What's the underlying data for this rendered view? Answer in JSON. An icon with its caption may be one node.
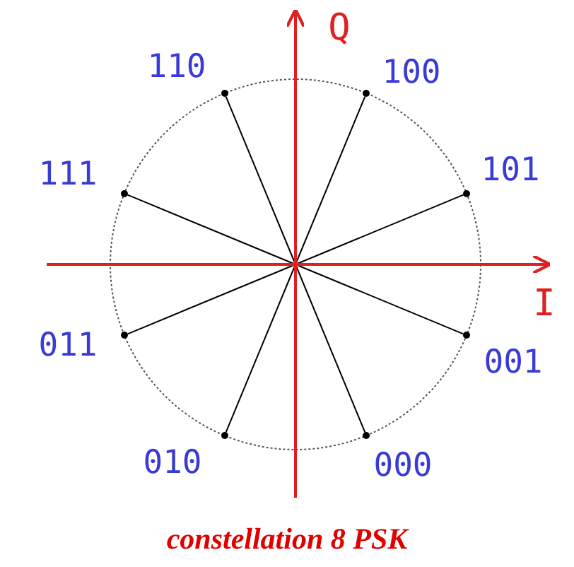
{
  "diagram": {
    "caption": "constellation 8 PSK",
    "nodes": [
      {
        "text": [],
        "shape": "circle",
        "beside": [
          "110"
        ]
      },
      {
        "text": [],
        "shape": "circle",
        "beside": [
          "100"
        ]
      },
      {
        "text": [],
        "shape": "circle",
        "beside": [
          "111"
        ]
      },
      {
        "text": [],
        "shape": "circle",
        "beside": [
          "101"
        ]
      },
      {
        "text": [],
        "shape": "circle",
        "beside": [
          "011"
        ]
      },
      {
        "text": [],
        "shape": "circle",
        "beside": [
          "001"
        ]
      },
      {
        "text": [],
        "shape": "circle",
        "beside": [
          "010"
        ]
      },
      {
        "text": [],
        "shape": "circle",
        "beside": [
          "000"
        ]
      }
    ],
    "edges": [
      {
        "from": null,
        "to": 0,
        "arrow": "none"
      },
      {
        "from": null,
        "to": 1,
        "arrow": "none"
      },
      {
        "from": null,
        "to": 2,
        "arrow": "none"
      },
      {
        "from": null,
        "to": 3,
        "arrow": "none"
      },
      {
        "from": null,
        "to": 4,
        "arrow": "none"
      },
      {
        "from": null,
        "to": 5,
        "arrow": "none"
      },
      {
        "from": null,
        "to": 6,
        "arrow": "none"
      },
      {
        "from": null,
        "to": 7,
        "arrow": "none"
      }
    ],
    "labels": [
      "Q",
      "I"
    ]
  }
}
